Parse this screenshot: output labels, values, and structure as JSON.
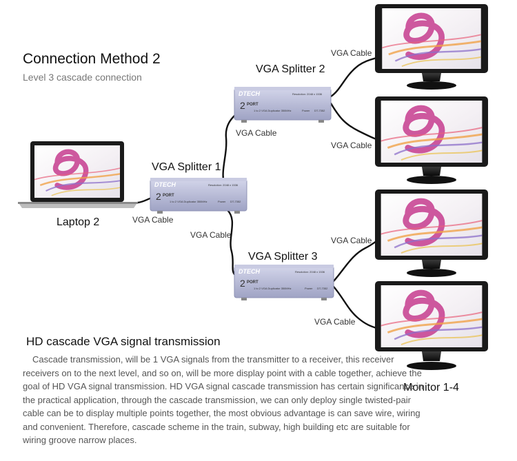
{
  "header": {
    "title": "Connection Method 2",
    "subtitle": "Level 3 cascade connection"
  },
  "devices": {
    "laptop_label": "Laptop 2",
    "splitter_1": "VGA Splitter 1",
    "splitter_2": "VGA Splitter 2",
    "splitter_3": "VGA Splitter 3",
    "monitors_label": "Monitor 1-4"
  },
  "splitter_panel": {
    "brand": "DTECH",
    "port_number": "2",
    "port_word": "PORT",
    "product_line": "1 to 2 VGA Duplicator  350MHz",
    "resolution": "Resolution: 2048 x 1536",
    "power": "Power",
    "model": "DT-7352"
  },
  "cables": {
    "label": "VGA Cable"
  },
  "description": {
    "heading": "HD cascade VGA signal transmission",
    "paragraph": "Cascade transmission, will be 1 VGA signals from the transmitter to a receiver, this receiver receivers on to the next level, and so on, will be more display point with a cable together, achieve the goal of HD VGA signal transmission. HD VGA signal cascade transmission has certain significance in the practical application, through the cascade transmission, we can only deploy single twisted-pair cable can be to display multiple points together, the most obvious advantage is can save wire, wiring and convenient. Therefore, cascade scheme in the train, subway, high building etc are suitable for wiring groove narrow places."
  },
  "colors": {
    "splitter_body": "#b9bcd8",
    "monitor_frame": "#1a1a1a",
    "screen_swirl": "#c63c8e",
    "cable": "#111111"
  }
}
